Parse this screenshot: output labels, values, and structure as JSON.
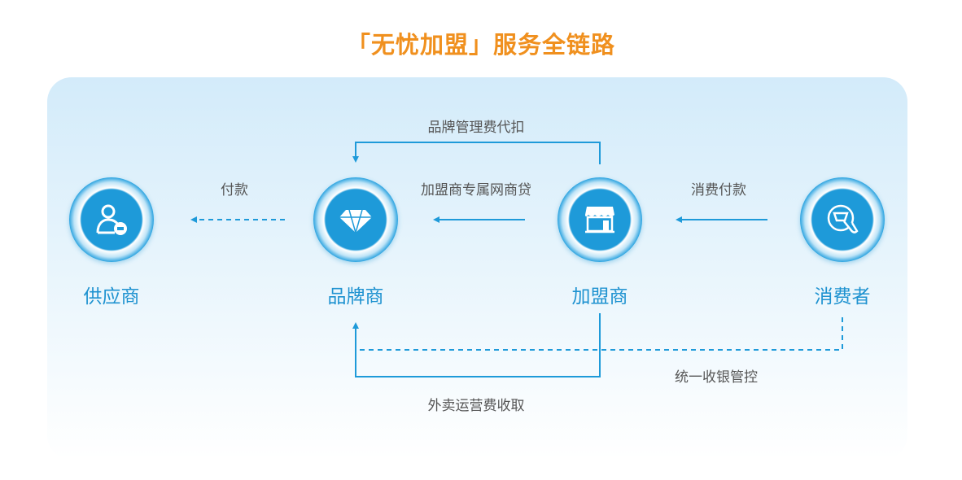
{
  "title": "「无忧加盟」服务全链路",
  "nodes": [
    {
      "label": "供应商",
      "icon": "supplier-person-icon"
    },
    {
      "label": "品牌商",
      "icon": "diamond-icon"
    },
    {
      "label": "加盟商",
      "icon": "storefront-icon"
    },
    {
      "label": "消费者",
      "icon": "cart-tap-icon"
    }
  ],
  "edges": {
    "payment": "付款",
    "franchise_loan": "加盟商专属网商贷",
    "consumer_payment": "消费付款",
    "brand_fee": "品牌管理费代扣",
    "delivery_fee": "外卖运营费收取",
    "unified_cashier": "统一收银管控"
  },
  "colors": {
    "accent": "#1e9ad9",
    "title": "#f0901e"
  }
}
